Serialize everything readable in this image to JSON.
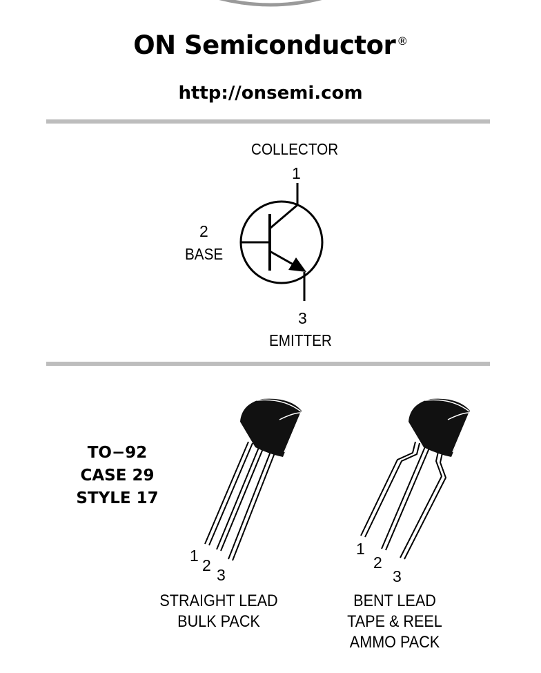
{
  "header": {
    "brand": "ON Semiconductor",
    "registered_mark": "®",
    "url": "http://onsemi.com"
  },
  "symbol": {
    "collector_label": "COLLECTOR",
    "collector_pin": "1",
    "base_label": "BASE",
    "base_pin": "2",
    "emitter_label": "EMITTER",
    "emitter_pin": "3"
  },
  "package": {
    "lines": [
      "TO−92",
      "CASE 29",
      "STYLE 17"
    ]
  },
  "straight": {
    "pins": [
      "1",
      "2",
      "3"
    ],
    "caption": [
      "STRAIGHT LEAD",
      "BULK PACK"
    ]
  },
  "bent": {
    "pins": [
      "1",
      "2",
      "3"
    ],
    "caption": [
      "BENT LEAD",
      "TAPE & REEL",
      "AMMO PACK"
    ]
  }
}
